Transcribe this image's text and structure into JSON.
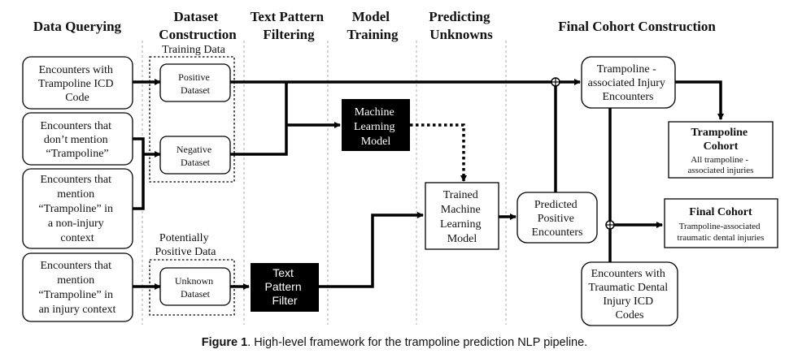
{
  "headers": {
    "data_querying": [
      "Data Querying"
    ],
    "dataset_construction": [
      "Dataset",
      "Construction"
    ],
    "text_pattern_filtering": [
      "Text Pattern",
      "Filtering"
    ],
    "model_training": [
      "Model",
      "Training"
    ],
    "predicting_unknowns": [
      "Predicting",
      "Unknowns"
    ],
    "final_cohort_construction": [
      "Final Cohort Construction"
    ]
  },
  "query_boxes": {
    "icd_code": [
      "Encounters with",
      "Trampoline ICD",
      "Code"
    ],
    "no_mention": [
      "Encounters that",
      "don’t mention",
      "“Trampoline”"
    ],
    "non_injury": [
      "Encounters that",
      "mention",
      "“Trampoline” in",
      "a non-injury",
      "context"
    ],
    "injury_context": [
      "Encounters that",
      "mention",
      "“Trampoline” in",
      "an injury context"
    ]
  },
  "dataset_groups": {
    "training_label": "Training Data",
    "potentially_positive_label": [
      "Potentially",
      "Positive Data"
    ]
  },
  "datasets": {
    "positive": [
      "Positive",
      "Dataset"
    ],
    "negative": [
      "Negative",
      "Dataset"
    ],
    "unknown": [
      "Unknown",
      "Dataset"
    ]
  },
  "filter_box": [
    "Text",
    "Pattern",
    "Filter"
  ],
  "ml_model": [
    "Machine",
    "Learning",
    "Model"
  ],
  "trained_model": [
    "Trained",
    "Machine",
    "Learning",
    "Model"
  ],
  "predicted_positive": [
    "Predicted",
    "Positive",
    "Encounters"
  ],
  "trampoline_encounters": [
    "Trampoline -",
    "associated Injury",
    "Encounters"
  ],
  "dental_icd": [
    "Encounters with",
    "Traumatic Dental",
    "Injury ICD",
    "Codes"
  ],
  "trampoline_cohort": {
    "title": [
      "Trampoline",
      "Cohort"
    ],
    "desc": [
      "All trampoline -",
      "associated injuries"
    ]
  },
  "final_cohort": {
    "title": "Final Cohort",
    "desc": [
      "Trampoline-associated",
      "traumatic dental injuries"
    ]
  },
  "caption": {
    "label": "Figure 1",
    "text": ". High-level framework for the trampoline prediction NLP pipeline."
  }
}
